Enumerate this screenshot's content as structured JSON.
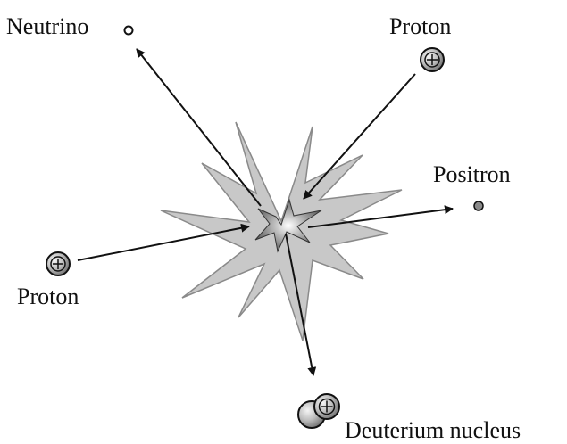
{
  "labels": {
    "neutrino": "Neutrino",
    "proton_top": "Proton",
    "positron": "Positron",
    "proton_left": "Proton",
    "deuterium": "Deuterium nucleus"
  },
  "colors": {
    "burst_outer": "#c8c8c8",
    "burst_inner": "#555555",
    "text": "#111111",
    "particle_fill": "#a9a9a9"
  },
  "icons": {
    "proton": "plus-in-circle",
    "neutrino": "hollow-circle",
    "positron": "small-grey-dot",
    "deuterium": "two-overlapping-spheres"
  }
}
